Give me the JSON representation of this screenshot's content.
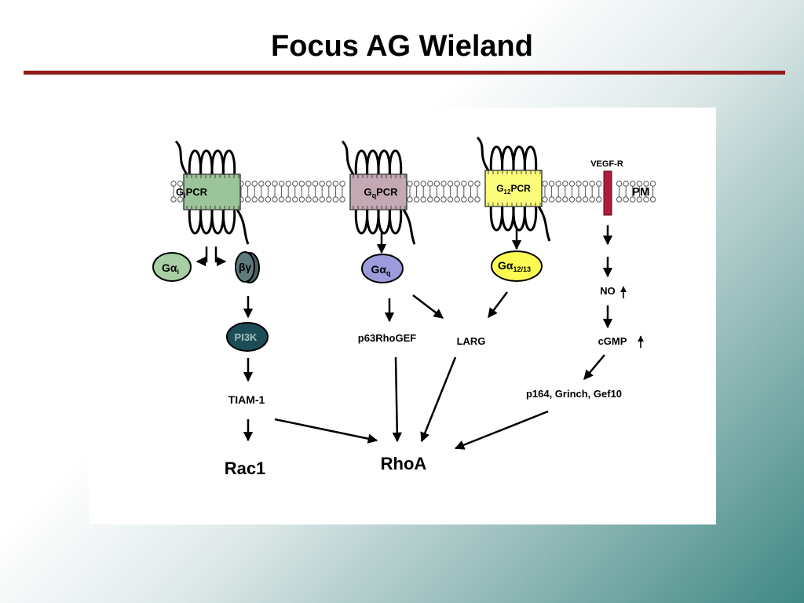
{
  "title": "Focus AG Wieland",
  "colors": {
    "title_rule": "#8e1a1a",
    "gi_receptor": "#9cc49a",
    "gq_receptor": "#c4a8b4",
    "g12_receptor": "#fbfb7a",
    "vegfr_bar": "#b01c3b",
    "g_alpha_i": "#a8cfa4",
    "beta_gamma": "#5f7a7c",
    "g_alpha_q": "#9c9cdc",
    "g_alpha_12_13": "#fbfb52",
    "pi3k": "#1d4d57"
  },
  "membrane_label": "PM",
  "receptors": {
    "gi": {
      "main": "G",
      "sub": "i",
      "suffix": "PCR"
    },
    "gq": {
      "main": "G",
      "sub": "q",
      "suffix": "PCR"
    },
    "g12": {
      "main": "G",
      "sub": "12",
      "suffix": "PCR"
    },
    "vegfr": "VEGF-R"
  },
  "nodes": {
    "g_alpha_i": {
      "main": "Gα",
      "sub": "i"
    },
    "beta_gamma": "βγ",
    "pi3k": "PI3K",
    "tiam1": "TIAM-1",
    "rac1": "Rac1",
    "g_alpha_q": {
      "main": "Gα",
      "sub": "q"
    },
    "g_alpha_12_13": {
      "main": "Gα",
      "sub": "12/13"
    },
    "p63rhogef": "p63RhoGEF",
    "larg": "LARG",
    "rhoa": "RhoA",
    "no": "NO",
    "cgmp": "cGMP",
    "p164": "p164, Grinch, Gef10"
  }
}
